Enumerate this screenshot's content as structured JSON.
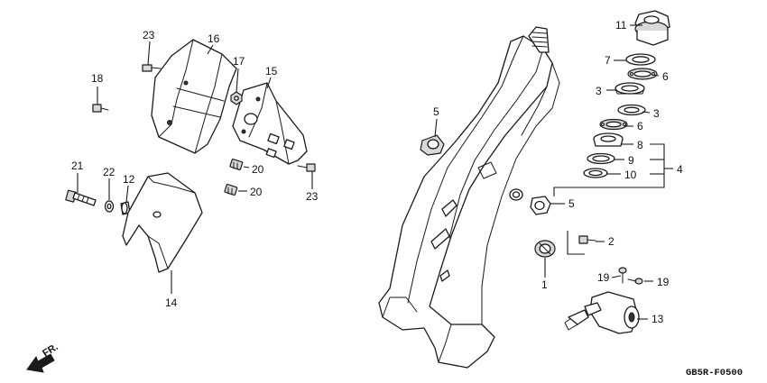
{
  "diagram_code": "GB5R-F0500",
  "direction_label": "FR.",
  "callouts": {
    "c23a": "23",
    "c16": "16",
    "c17": "17",
    "c15": "15",
    "c18": "18",
    "c20a": "20",
    "c20b": "20",
    "c23b": "23",
    "c21": "21",
    "c22": "22",
    "c12": "12",
    "c14": "14",
    "c5a": "5",
    "c5b": "5",
    "c1": "1",
    "c2": "2",
    "c11": "11",
    "c7": "7",
    "c6a": "6",
    "c3a": "3",
    "c3b": "3",
    "c6b": "6",
    "c8": "8",
    "c9": "9",
    "c10": "10",
    "c4": "4",
    "c19a": "19",
    "c19b": "19",
    "c13": "13"
  }
}
